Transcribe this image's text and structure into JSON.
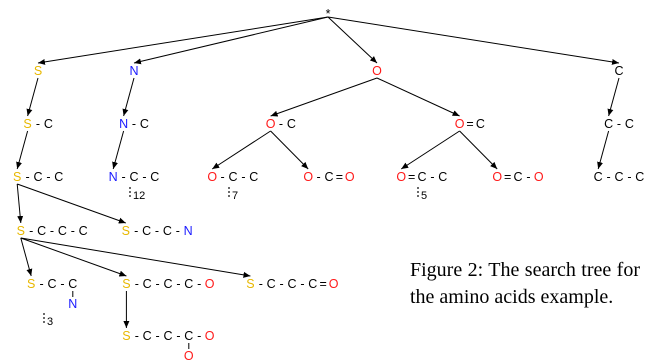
{
  "colors": {
    "S": "#e8b800",
    "N": "#1a1aff",
    "O": "#ff1a1a",
    "C": "#000000",
    "bond": "#000000"
  },
  "root": "*",
  "nodes": [
    {
      "id": "s1",
      "parts": [
        "S"
      ]
    },
    {
      "id": "n1",
      "parts": [
        "N"
      ]
    },
    {
      "id": "o1",
      "parts": [
        "O"
      ]
    },
    {
      "id": "c1",
      "parts": [
        "C"
      ]
    },
    {
      "id": "s2",
      "parts": [
        "S",
        "-",
        "C"
      ]
    },
    {
      "id": "n2",
      "parts": [
        "N",
        "-",
        "C"
      ]
    },
    {
      "id": "o2",
      "parts": [
        "O",
        "-",
        "C"
      ]
    },
    {
      "id": "o3",
      "parts": [
        "O",
        "=",
        "C"
      ]
    },
    {
      "id": "c2",
      "parts": [
        "C",
        "-",
        "C"
      ]
    },
    {
      "id": "s3",
      "parts": [
        "S",
        "-",
        "C",
        "-",
        "C"
      ]
    },
    {
      "id": "n3",
      "parts": [
        "N",
        "-",
        "C",
        "-",
        "C"
      ]
    },
    {
      "id": "o4",
      "parts": [
        "O",
        "-",
        "C",
        "-",
        "C"
      ]
    },
    {
      "id": "o5",
      "parts": [
        "O",
        "-",
        "C",
        "=",
        "O"
      ]
    },
    {
      "id": "o6",
      "parts": [
        "O",
        "=",
        "C",
        "-",
        "C"
      ]
    },
    {
      "id": "o7",
      "parts": [
        "O",
        "=",
        "C",
        "-",
        "O"
      ]
    },
    {
      "id": "c3",
      "parts": [
        "C",
        "-",
        "C",
        "-",
        "C"
      ]
    },
    {
      "id": "s4",
      "parts": [
        "S",
        "-",
        "C",
        "-",
        "C",
        "-",
        "C"
      ]
    },
    {
      "id": "s5",
      "parts": [
        "S",
        "-",
        "C",
        "-",
        "C",
        "-",
        "N"
      ]
    },
    {
      "id": "s6",
      "parts": [
        "S",
        "-",
        "C",
        "-",
        "C"
      ],
      "sub": "N"
    },
    {
      "id": "s7",
      "parts": [
        "S",
        "-",
        "C",
        "-",
        "C",
        "-",
        "C",
        "-",
        "O"
      ]
    },
    {
      "id": "s8",
      "parts": [
        "S",
        "-",
        "C",
        "-",
        "C",
        "-",
        "C",
        "=",
        "O"
      ]
    },
    {
      "id": "s9",
      "parts": [
        "S",
        "-",
        "C",
        "-",
        "C",
        "-",
        "C",
        "-",
        "O"
      ],
      "sub": "O"
    }
  ],
  "edges": [
    [
      "root",
      "s1"
    ],
    [
      "root",
      "n1"
    ],
    [
      "root",
      "o1"
    ],
    [
      "root",
      "c1"
    ],
    [
      "s1",
      "s2"
    ],
    [
      "n1",
      "n2"
    ],
    [
      "o1",
      "o2"
    ],
    [
      "o1",
      "o3"
    ],
    [
      "c1",
      "c2"
    ],
    [
      "s2",
      "s3"
    ],
    [
      "n2",
      "n3"
    ],
    [
      "o2",
      "o4"
    ],
    [
      "o2",
      "o5"
    ],
    [
      "o3",
      "o6"
    ],
    [
      "o3",
      "o7"
    ],
    [
      "c2",
      "c3"
    ],
    [
      "s3",
      "s4"
    ],
    [
      "s3",
      "s5"
    ],
    [
      "s4",
      "s6"
    ],
    [
      "s4",
      "s7"
    ],
    [
      "s4",
      "s8"
    ],
    [
      "s7",
      "s9"
    ]
  ],
  "continuations": [
    {
      "node": "n3",
      "count": "12"
    },
    {
      "node": "o4",
      "count": "7"
    },
    {
      "node": "o6",
      "count": "5"
    },
    {
      "node": "s6",
      "count": "3"
    }
  ],
  "caption": "Figure 2: The search tree for the amino acids example."
}
